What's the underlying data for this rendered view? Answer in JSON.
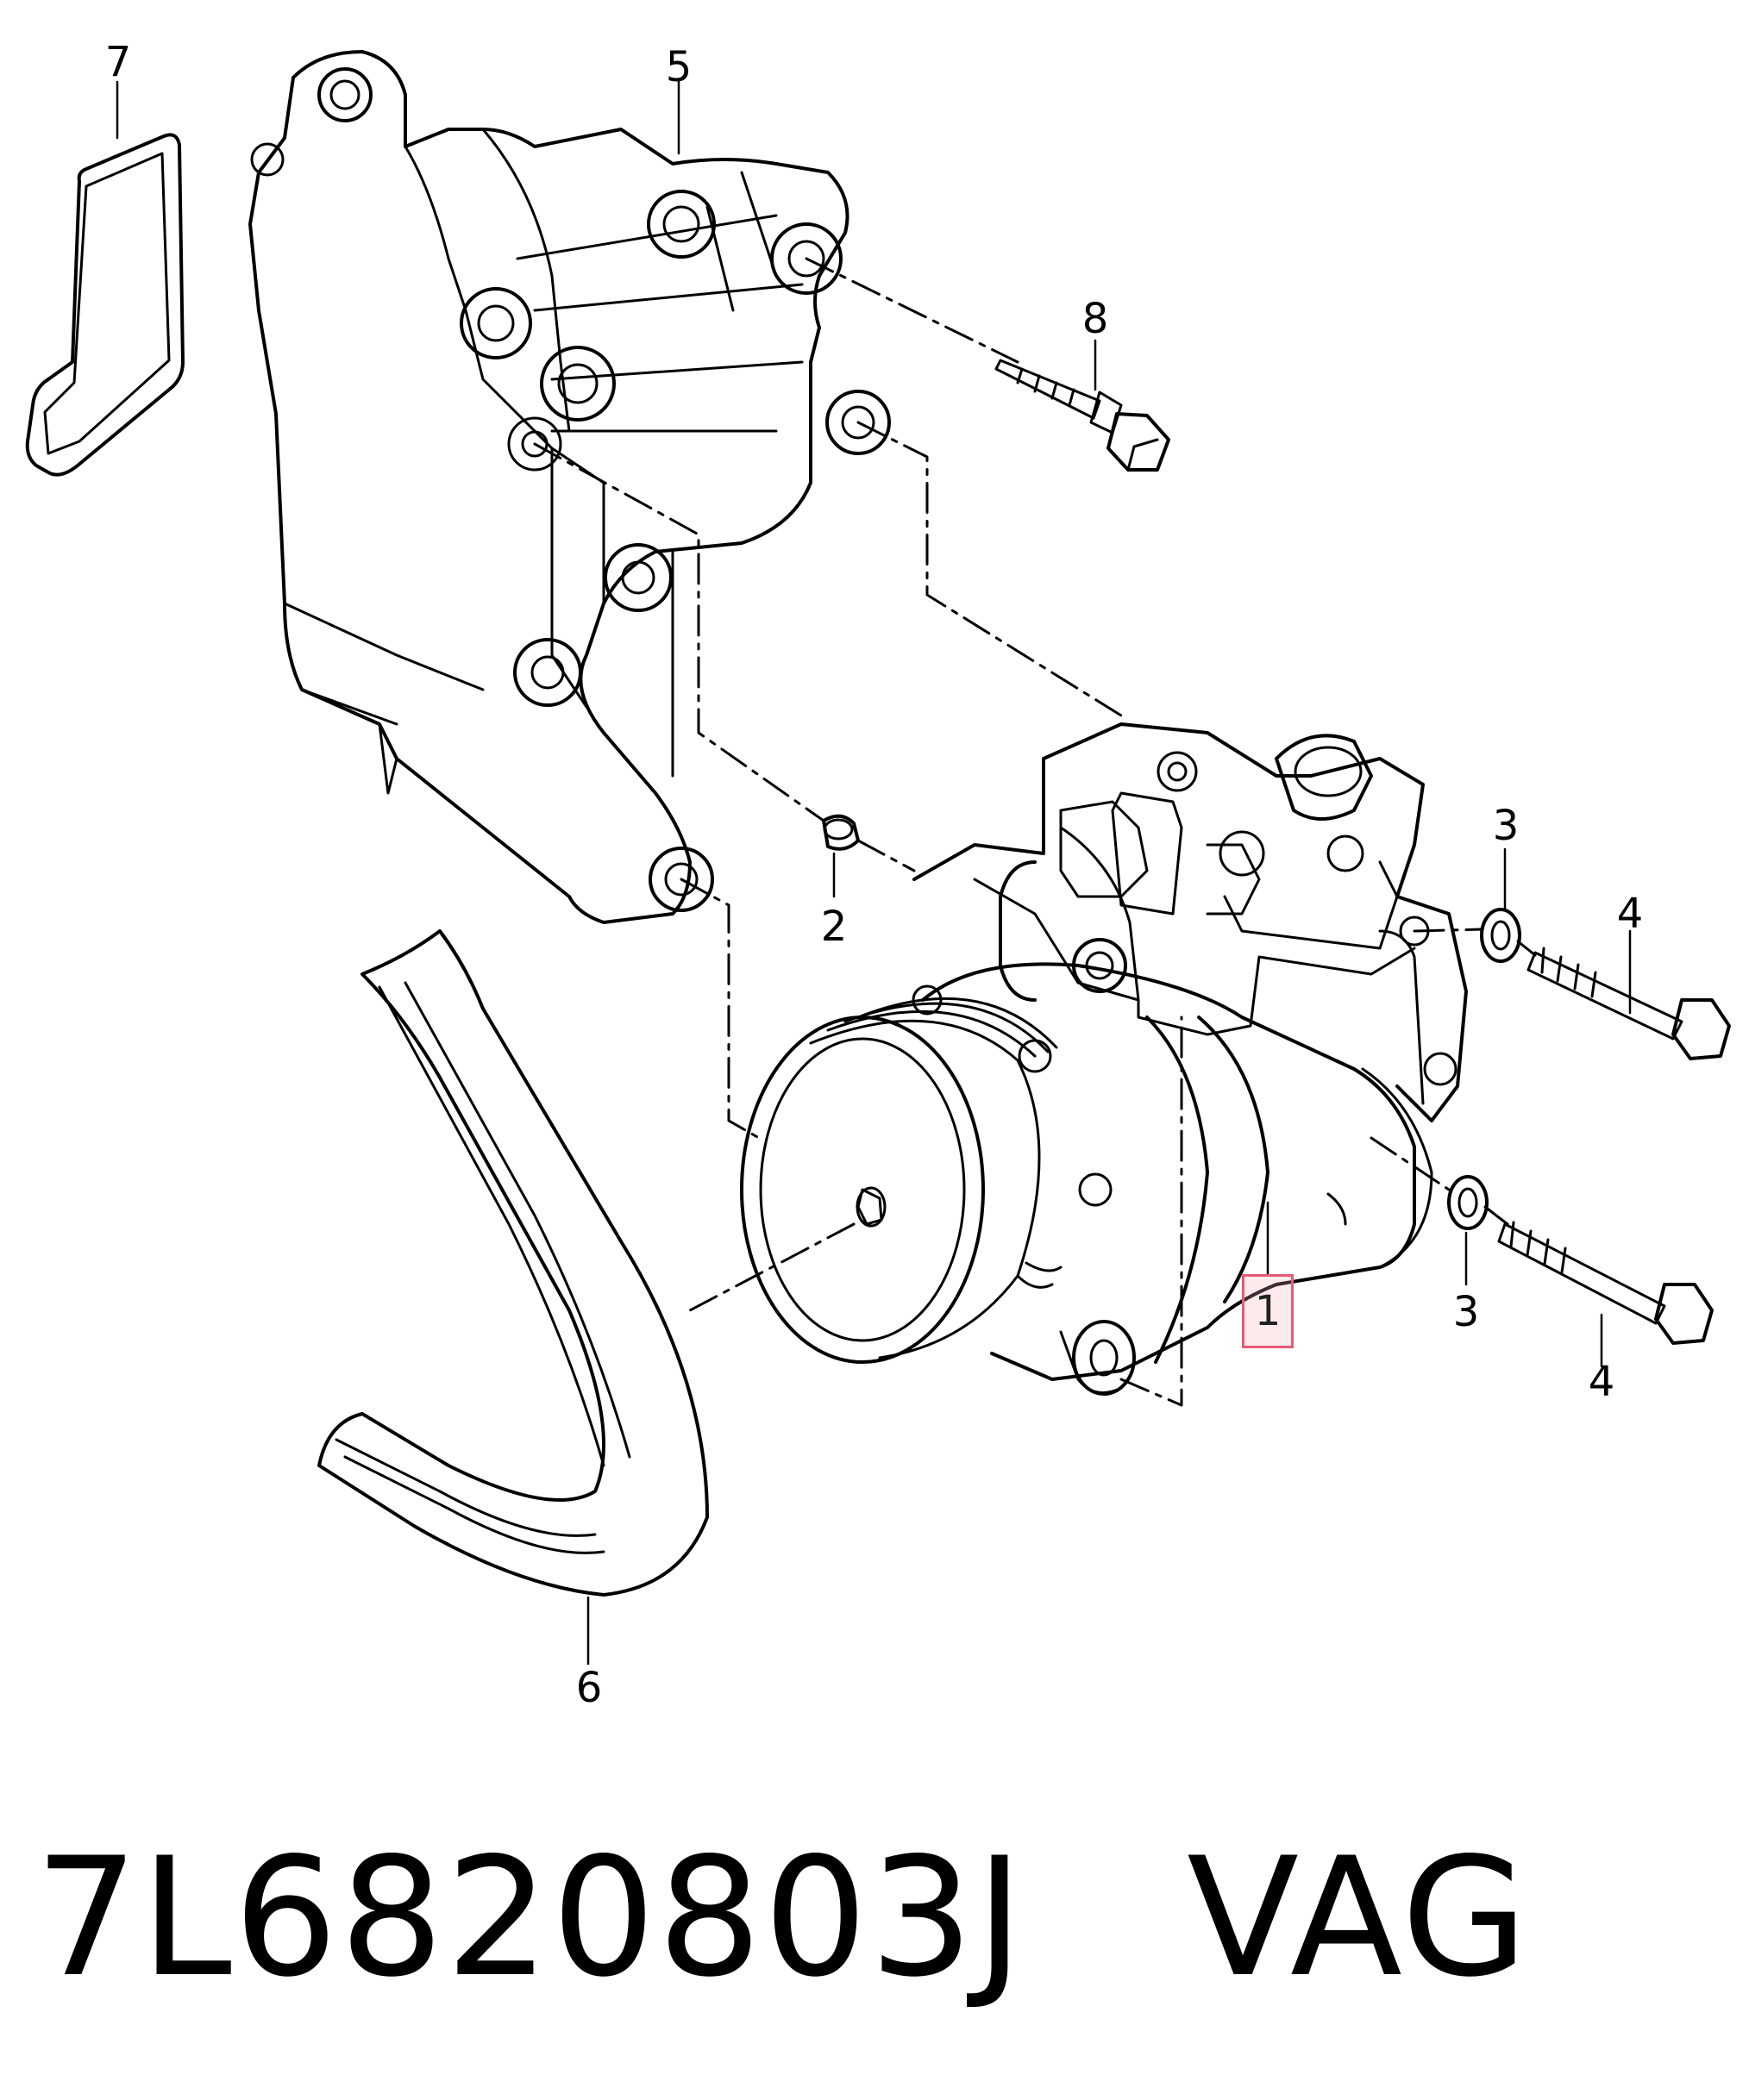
{
  "callouts": {
    "c1": "1",
    "c2": "2",
    "c3a": "3",
    "c3b": "3",
    "c4a": "4",
    "c4b": "4",
    "c5": "5",
    "c6": "6",
    "c7": "7",
    "c8": "8"
  },
  "caption": {
    "part_number": "7L6820803J",
    "brand": "VAG"
  },
  "highlight_color": "#e85a74"
}
